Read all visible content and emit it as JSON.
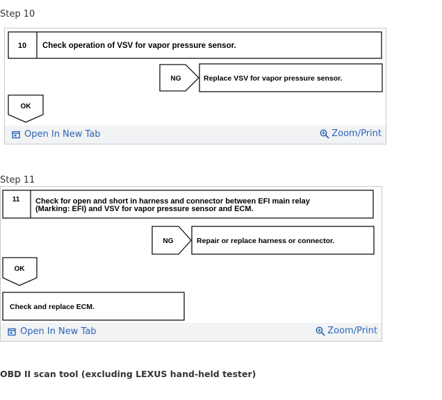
{
  "steps": [
    {
      "label": "Step 10",
      "number": "10",
      "check_text": "Check operation of VSV for vapor pressure sensor.",
      "ng_label": "NG",
      "ng_action": "Replace VSV for vapor pressure sensor.",
      "ok_label": "OK"
    },
    {
      "label": "Step 11",
      "number": "11",
      "check_text_line1": "Check for open and short in harness and connector between EFI main relay",
      "check_text_line2": "(Marking: EFI) and VSV for vapor pressure sensor and ECM.",
      "ng_label": "NG",
      "ng_action": "Repair or replace harness or connector.",
      "ok_label": "OK",
      "final_action": "Check and replace ECM."
    }
  ],
  "toolbar": {
    "open_label": "Open In New Tab",
    "zoom_label": "Zoom/Print"
  },
  "footer": {
    "text": "OBD II scan tool (excluding LEXUS hand-held tester)"
  },
  "colors": {
    "link": "#2a64b4",
    "panel_bg": "#f2f3f5"
  },
  "icons": {
    "open": "open-in-new-tab-icon",
    "zoom": "zoom-in-icon"
  }
}
